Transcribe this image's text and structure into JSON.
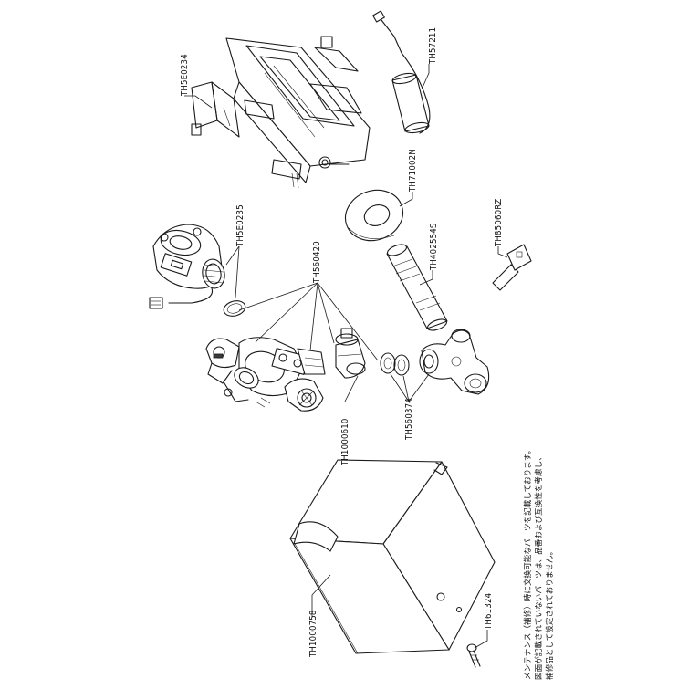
{
  "parts": {
    "p1": "TH5E0234",
    "p2": "TH57211",
    "p3": "TH5E0235",
    "p4": "TH71002N",
    "p5": "TH402554S",
    "p6": "TH85060RZ",
    "p7": "TH560420",
    "p8": "TH1000610",
    "p9": "TH560374",
    "p10": "TH1000758",
    "p11": "TH61324"
  },
  "notes": {
    "line1": "メンテナンス（補修）時に交換可能なパーツを記載しております。",
    "line2": "図面が記載されていないパーツは、品番および互換性を考慮し、",
    "line3": "補修品として設定されておりません。"
  }
}
